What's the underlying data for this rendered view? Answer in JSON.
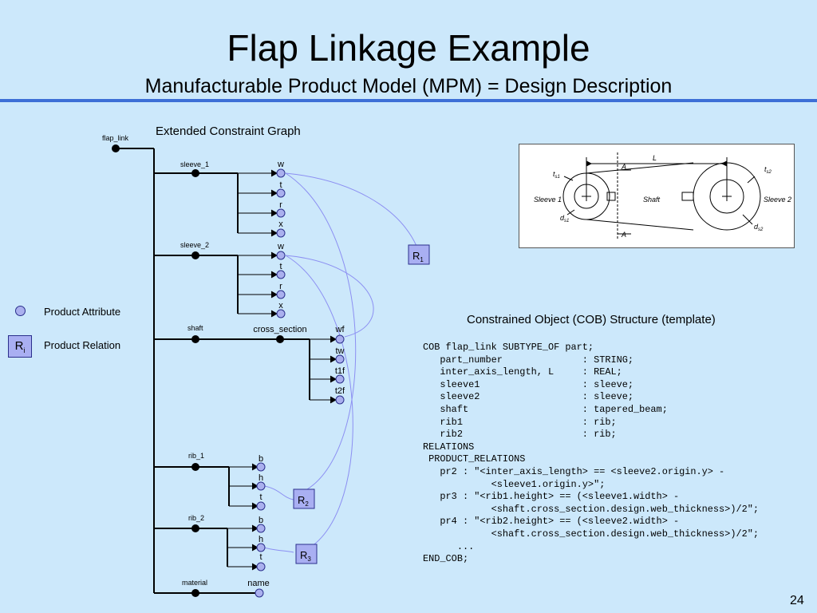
{
  "title": "Flap Linkage Example",
  "subtitle": "Manufacturable Product Model (MPM) = Design Description",
  "graph": {
    "title": "Extended Constraint Graph",
    "root": "flap_link",
    "sleeve_1": {
      "label": "sleeve_1",
      "attrs": [
        "w",
        "t",
        "r",
        "x"
      ]
    },
    "sleeve_2": {
      "label": "sleeve_2",
      "attrs": [
        "w",
        "t",
        "r",
        "x"
      ]
    },
    "shaft": {
      "label": "shaft",
      "sub": "cross_section",
      "attrs": [
        "wf",
        "tw",
        "t1f",
        "t2f"
      ]
    },
    "rib_1": {
      "label": "rib_1",
      "attrs": [
        "b",
        "h",
        "t"
      ]
    },
    "rib_2": {
      "label": "rib_2",
      "attrs": [
        "b",
        "h",
        "t"
      ]
    },
    "material": {
      "label": "material",
      "attrs": [
        "name"
      ]
    },
    "relations": [
      {
        "letter": "R",
        "sub": "1"
      },
      {
        "letter": "R",
        "sub": "2"
      },
      {
        "letter": "R",
        "sub": "3"
      }
    ]
  },
  "legend": {
    "attribute": "Product Attribute",
    "relation": "Product Relation",
    "relation_letter": "R",
    "relation_sub": "i"
  },
  "figure": {
    "L": "L",
    "A_top": "A",
    "A_bottom": "A",
    "sleeve1": "Sleeve 1",
    "sleeve2": "Sleeve 2",
    "shaft": "Shaft",
    "ts1": "t",
    "ts1_sub": "s1",
    "ts2": "t",
    "ts2_sub": "s2",
    "ds1": "d",
    "ds1_sub": "s1",
    "ds2": "d",
    "ds2_sub": "s2"
  },
  "cob_title": "Constrained Object (COB) Structure (template)",
  "code": [
    "COB flap_link SUBTYPE_OF part;",
    "   part_number              : STRING;",
    "   inter_axis_length, L     : REAL;",
    "   sleeve1                  : sleeve;",
    "   sleeve2                  : sleeve;",
    "   shaft                    : tapered_beam;",
    "   rib1                     : rib;",
    "   rib2                     : rib;",
    "RELATIONS",
    " PRODUCT_RELATIONS",
    "   pr2 : \"<inter_axis_length> == <sleeve2.origin.y> -",
    "            <sleeve1.origin.y>\";",
    "   pr3 : \"<rib1.height> == (<sleeve1.width> -",
    "            <shaft.cross_section.design.web_thickness>)/2\";",
    "   pr4 : \"<rib2.height> == (<sleeve2.width> -",
    "            <shaft.cross_section.design.web_thickness>)/2\";",
    "      ...",
    "END_COB;"
  ],
  "page_number": "24"
}
